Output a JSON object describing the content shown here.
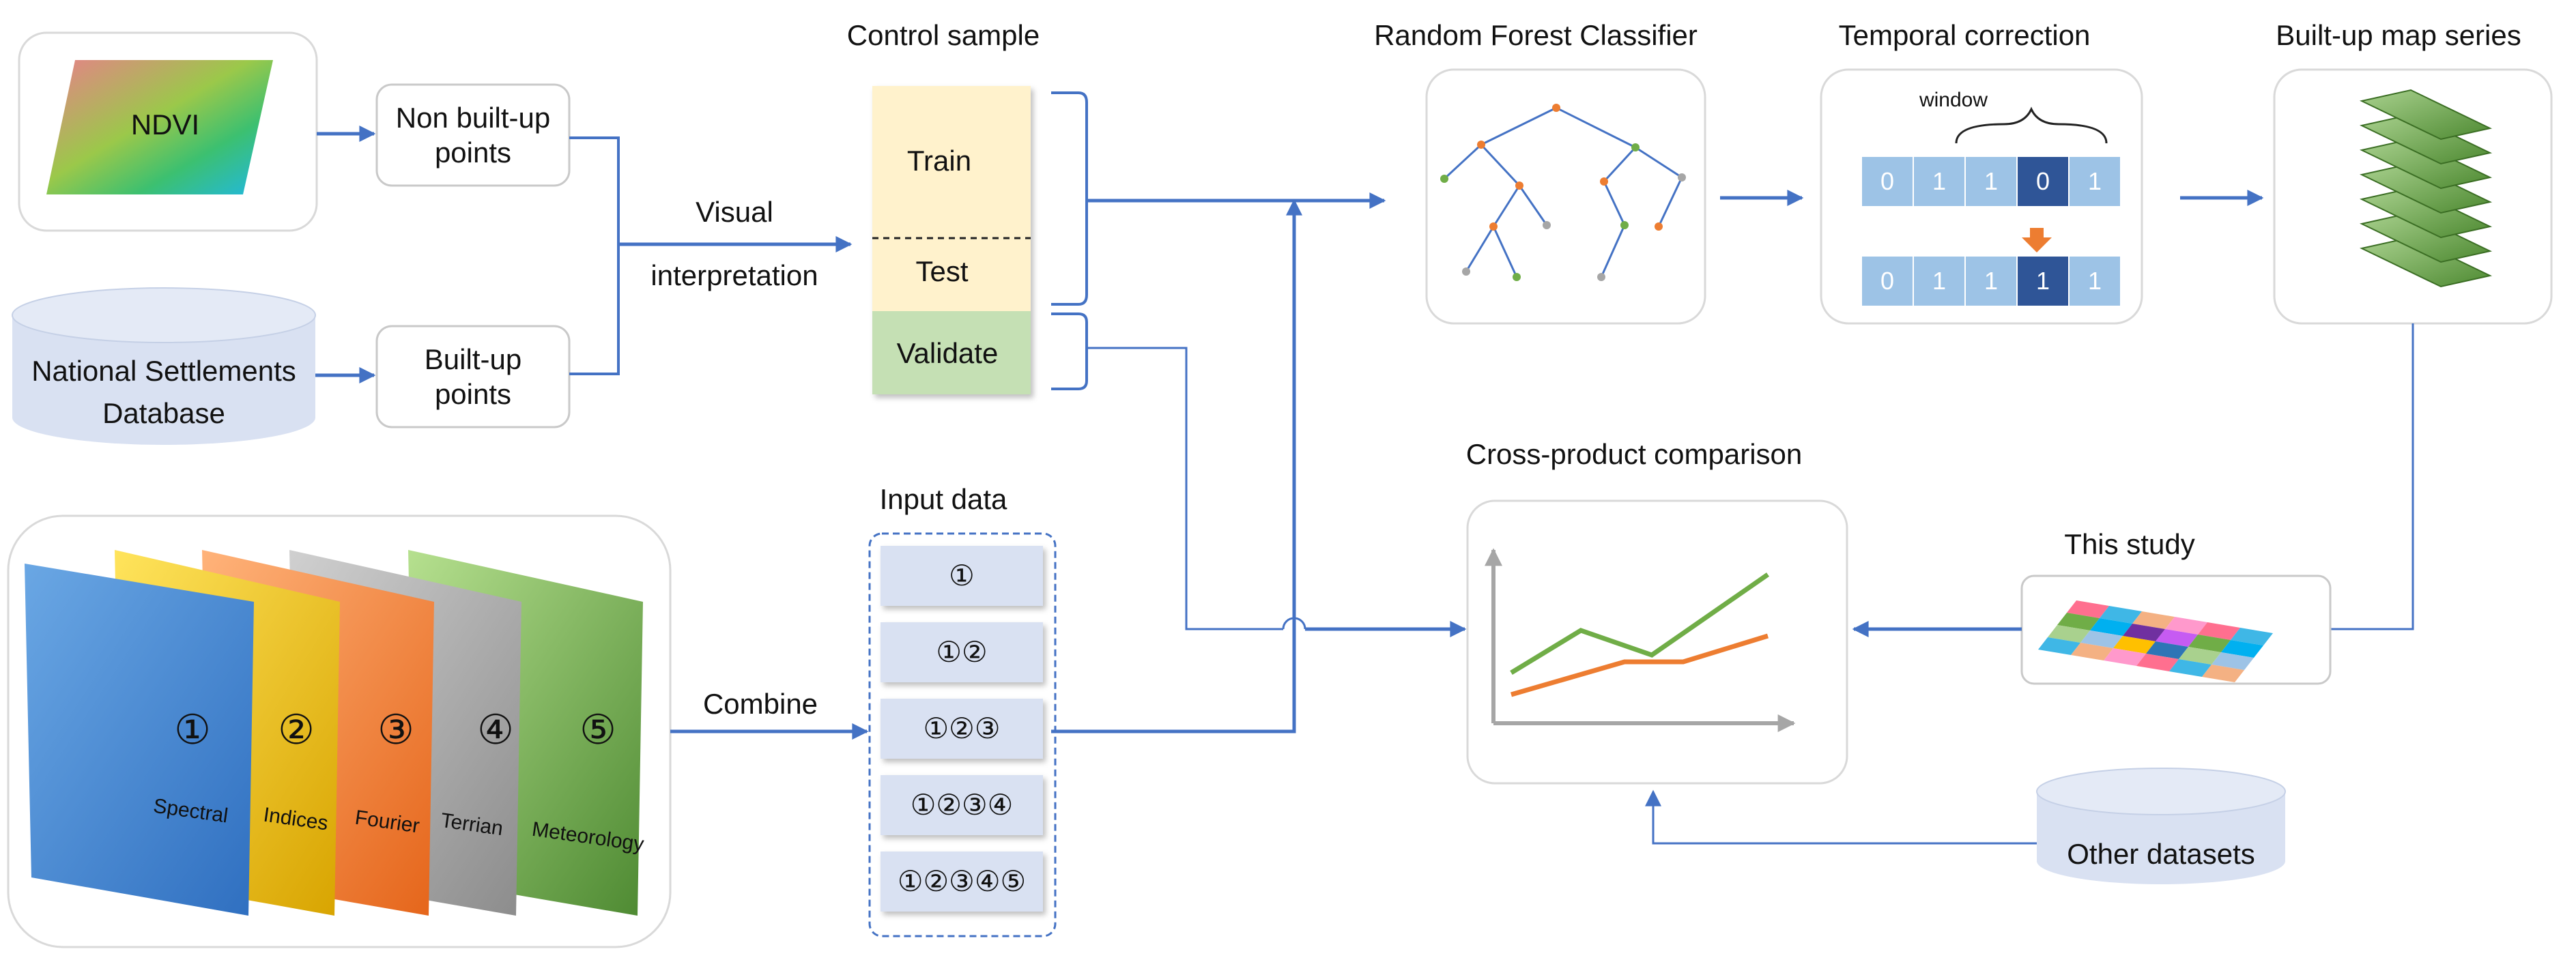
{
  "sources": {
    "ndvi": "NDVI",
    "non_built_up": [
      "Non built-up",
      "points"
    ],
    "nsd": [
      "National Settlements",
      "Database"
    ],
    "built_up": [
      "Built-up",
      "points"
    ]
  },
  "visual_interpretation": [
    "Visual",
    "interpretation"
  ],
  "control_sample": {
    "title": "Control sample",
    "train": "Train",
    "test": "Test",
    "validate": "Validate"
  },
  "rf": {
    "title": "Random Forest Classifier"
  },
  "temporal": {
    "title": "Temporal correction",
    "window": "window",
    "row1": [
      "0",
      "1",
      "1",
      "0",
      "1"
    ],
    "row2": [
      "0",
      "1",
      "1",
      "1",
      "1"
    ],
    "highlight_index": 3
  },
  "builtup_series": {
    "title": "Built-up map series"
  },
  "features": {
    "layers": [
      {
        "num": "①",
        "name": "Spectral"
      },
      {
        "num": "②",
        "name": "Indices"
      },
      {
        "num": "③",
        "name": "Fourier"
      },
      {
        "num": "④",
        "name": "Terrian"
      },
      {
        "num": "⑤",
        "name": "Meteorology"
      }
    ],
    "combine": "Combine"
  },
  "input_data": {
    "title": "Input data",
    "items": [
      "①",
      "①②",
      "①②③",
      "①②③④",
      "①②③④⑤"
    ]
  },
  "comparison": {
    "title": "Cross-product comparison",
    "this_study": "This study",
    "other_datasets": "Other datasets"
  },
  "colors": {
    "arrow": "#4472C4",
    "train_fill": "#FFF2CC",
    "validate_fill": "#C5E0B4",
    "cell_light": "#9DC3E6",
    "cell_dark": "#2F5597",
    "chart_green": "#70AD47",
    "chart_orange": "#ED7D31",
    "db_fill": "#D9E1F2"
  }
}
